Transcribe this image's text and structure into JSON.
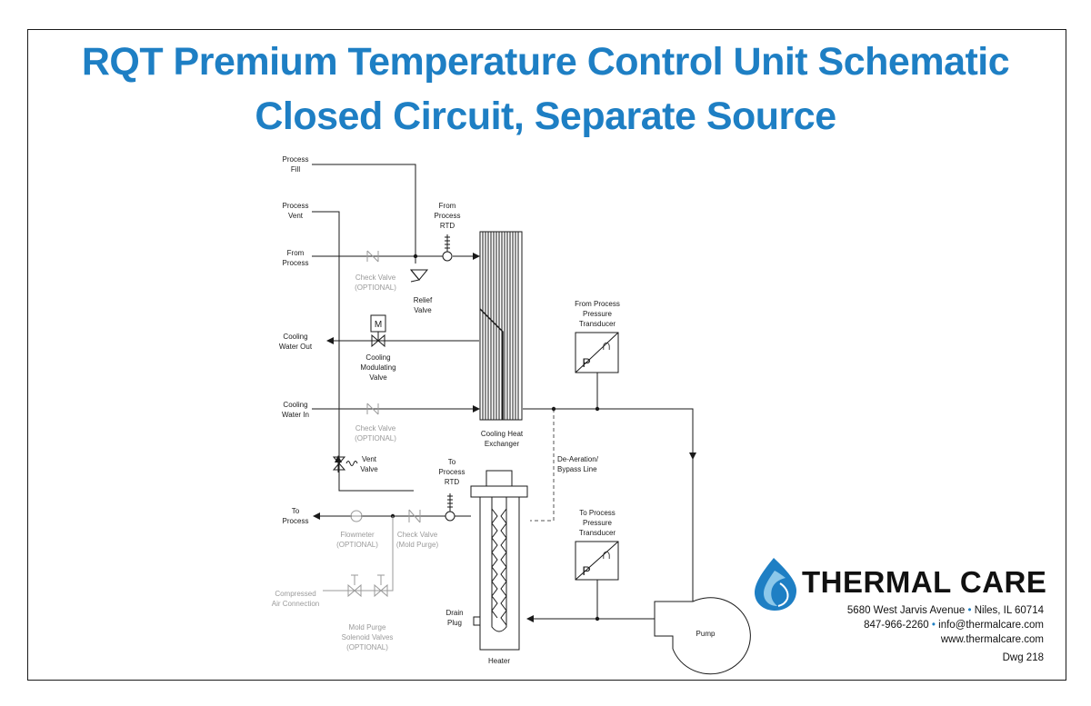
{
  "title_line1": "RQT Premium Temperature Control Unit Schematic",
  "title_line2": "Closed Circuit, Separate Source",
  "labels": {
    "process_fill": [
      "Process",
      "Fill"
    ],
    "process_vent": [
      "Process",
      "Vent"
    ],
    "from_process": [
      "From",
      "Process"
    ],
    "check_valve_top": [
      "Check Valve",
      "(OPTIONAL)"
    ],
    "from_process_rtd": [
      "From",
      "Process",
      "RTD"
    ],
    "relief_valve": [
      "Relief",
      "Valve"
    ],
    "cooling_water_out": [
      "Cooling",
      "Water Out"
    ],
    "motor": "M",
    "cooling_modulating_valve": [
      "Cooling",
      "Modulating",
      "Valve"
    ],
    "cooling_water_in": [
      "Cooling",
      "Water In"
    ],
    "check_valve_mid": [
      "Check Valve",
      "(OPTIONAL)"
    ],
    "cooling_heat_exchanger": [
      "Cooling Heat",
      "Exchanger"
    ],
    "from_process_pressure_transducer": [
      "From Process",
      "Pressure",
      "Transducer"
    ],
    "transducer_p": "P",
    "transducer_symbol": "∩",
    "vent_valve": [
      "Vent",
      "Valve"
    ],
    "to_process_rtd": [
      "To",
      "Process",
      "RTD"
    ],
    "deaeration_bypass": [
      "De-Aeration/",
      "Bypass Line"
    ],
    "to_process": [
      "To",
      "Process"
    ],
    "flowmeter": [
      "Flowmeter",
      "(OPTIONAL)"
    ],
    "check_valve_mold_purge": [
      "Check Valve",
      "(Mold Purge)"
    ],
    "to_process_pressure_transducer": [
      "To Process",
      "Pressure",
      "Transducer"
    ],
    "compressed_air": [
      "Compressed",
      "Air Connection"
    ],
    "mold_purge_valves": [
      "Mold Purge",
      "Solenoid Valves",
      "(OPTIONAL)"
    ],
    "drain_plug": [
      "Drain",
      "Plug"
    ],
    "heater": "Heater",
    "pump": "Pump"
  },
  "company": {
    "name": "THERMAL CARE",
    "address_street": "5680 West Jarvis Avenue",
    "address_city": "Niles, IL 60714",
    "phone": "847-966-2260",
    "email": "info@thermalcare.com",
    "website": "www.thermalcare.com",
    "drawing": "Dwg 218"
  },
  "colors": {
    "title": "#1e7fc4",
    "line": "#1a1a1a",
    "optional": "#9a9a9a",
    "logo_blue": "#1e7fc4",
    "logo_light": "#8cc8ea"
  }
}
